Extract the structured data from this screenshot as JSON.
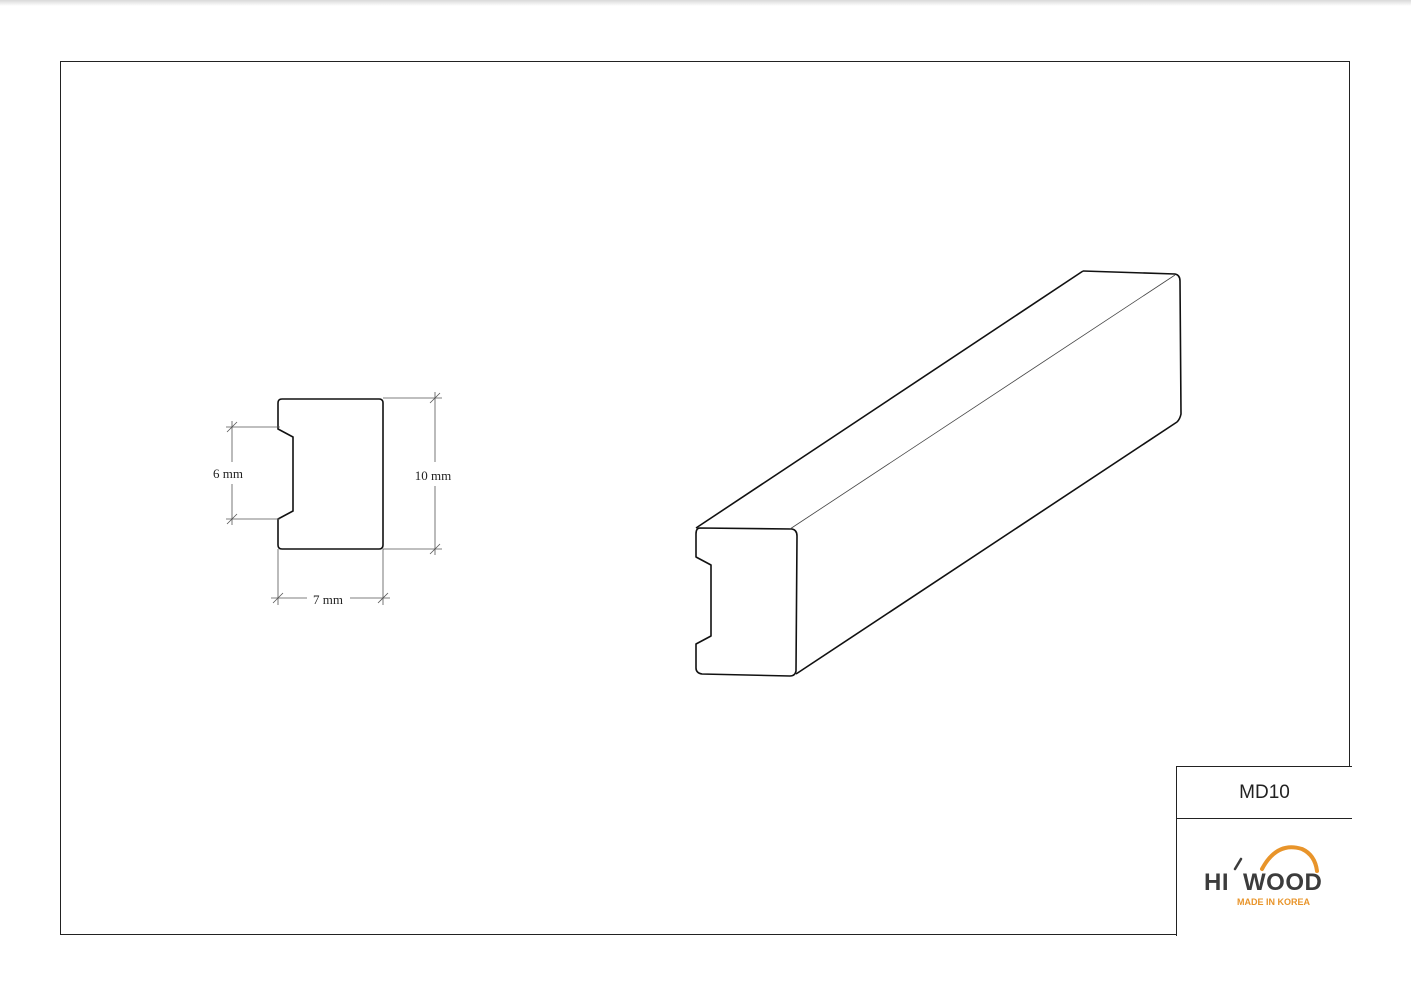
{
  "drawing": {
    "dimensions": {
      "groove_height": "6 mm",
      "total_height": "10 mm",
      "width": "7 mm"
    }
  },
  "title_block": {
    "product_code": "MD10",
    "logo": {
      "brand_left": "HI",
      "brand_right": "WOOD",
      "tagline": "MADE IN KOREA",
      "accent_color": "#e8942a",
      "text_color": "#3c3c3c"
    }
  }
}
